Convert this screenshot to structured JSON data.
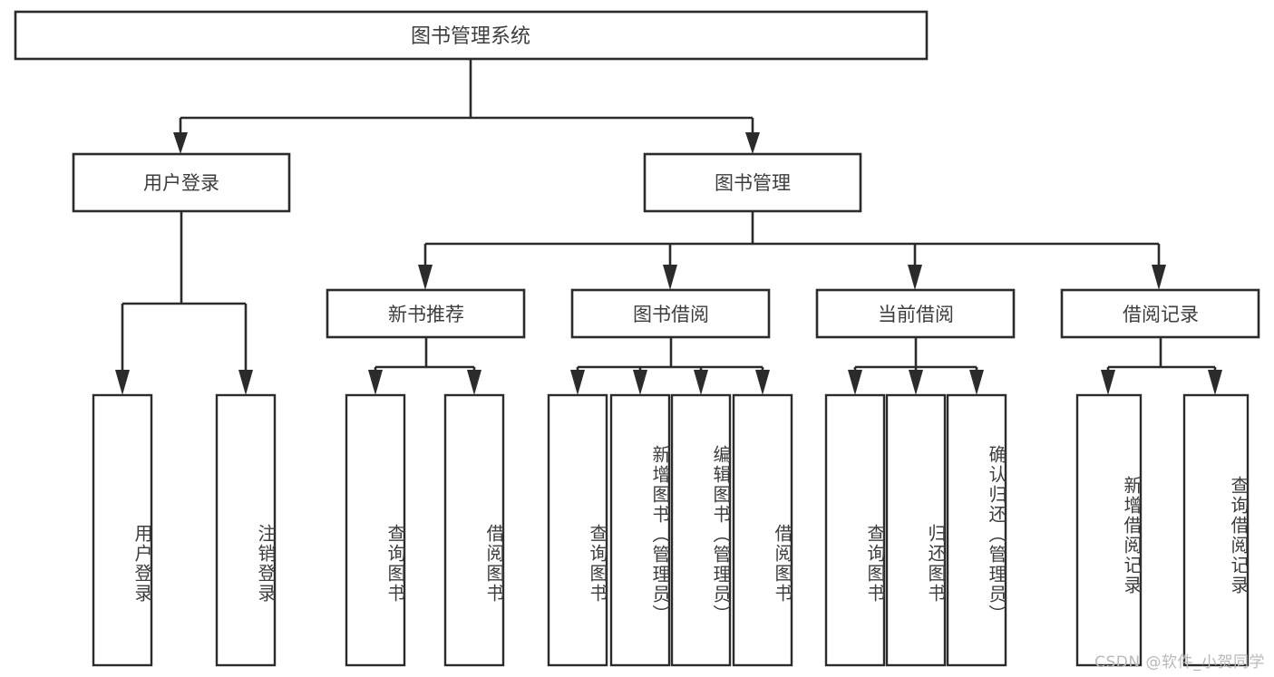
{
  "diagram": {
    "type": "tree",
    "title": "图书管理系统",
    "watermark": "CSDN @软件_小贺同学",
    "colors": {
      "background": "#ffffff",
      "stroke": "#2b2b2b",
      "text": "#3d3d3d",
      "watermark": "#b9b9b9"
    },
    "root": {
      "label": "图书管理系统"
    },
    "level2": [
      {
        "label": "用户登录"
      },
      {
        "label": "图书管理"
      }
    ],
    "level3": [
      {
        "label": "新书推荐"
      },
      {
        "label": "图书借阅"
      },
      {
        "label": "当前借阅"
      },
      {
        "label": "借阅记录"
      }
    ],
    "leaves": {
      "user_login": [
        {
          "label": "用户登录"
        },
        {
          "label": "注销登录"
        }
      ],
      "new_book_recommend": [
        {
          "label": "查询图书"
        },
        {
          "label": "借阅图书"
        }
      ],
      "book_borrow": [
        {
          "label": "查询图书"
        },
        {
          "label": "新增图书（管理员）"
        },
        {
          "label": "编辑图书（管理员）"
        },
        {
          "label": "借阅图书"
        }
      ],
      "current_borrow": [
        {
          "label": "查询图书"
        },
        {
          "label": "归还图书"
        },
        {
          "label": "确认归还（管理员）"
        }
      ],
      "borrow_record": [
        {
          "label": "新增借阅记录"
        },
        {
          "label": "查询借阅记录"
        }
      ]
    }
  }
}
